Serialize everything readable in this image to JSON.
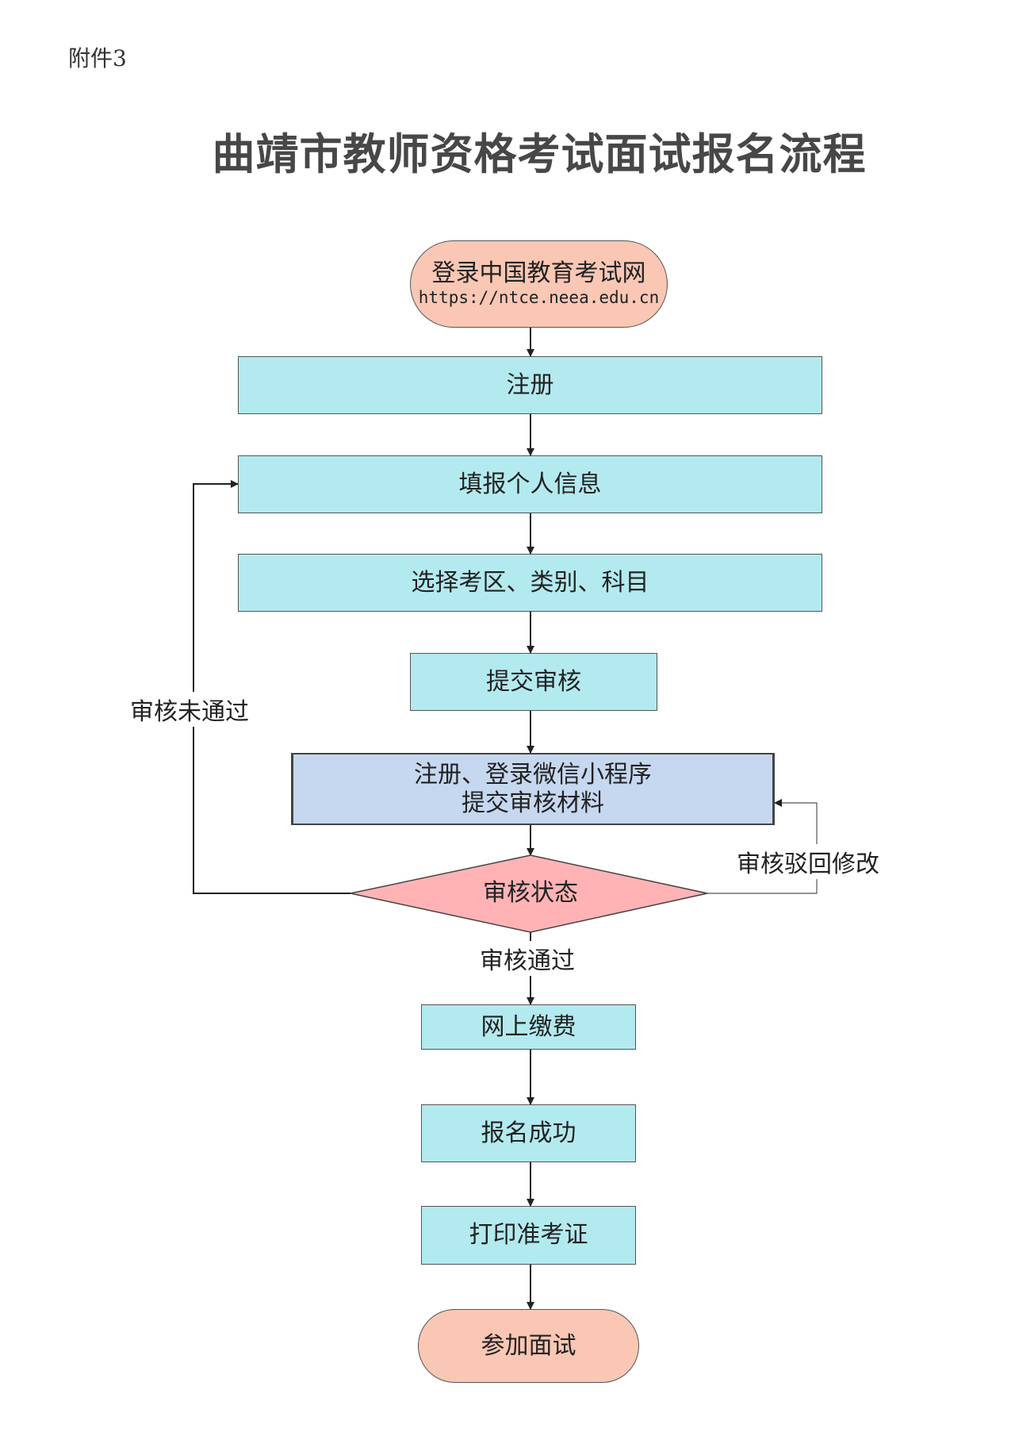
{
  "document": {
    "attachment_label": "附件3",
    "title": "曲靖市教师资格考试面试报名流程"
  },
  "nodes": {
    "start": {
      "title": "登录中国教育考试网",
      "url": "https://ntce.neea.edu.cn"
    },
    "register": "注册",
    "fill_info": "填报个人信息",
    "select": "选择考区、类别、科目",
    "submit": "提交审核",
    "wechat": {
      "line1": "注册、登录微信小程序",
      "line2": "提交审核材料"
    },
    "decision": "审核状态",
    "pay": "网上缴费",
    "success": "报名成功",
    "print": "打印准考证",
    "end": "参加面试"
  },
  "edge_labels": {
    "rejected": "审核未通过",
    "returned": "审核驳回修改",
    "passed": "审核通过"
  },
  "colors": {
    "process": "#b3eaef",
    "wechat": "#c6d8f0",
    "decision": "#ffb3b5",
    "terminal": "#f9c7b4"
  }
}
